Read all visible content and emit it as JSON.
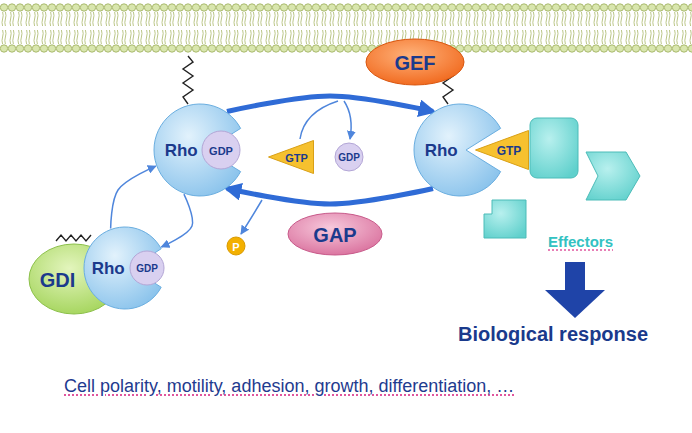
{
  "diagram": {
    "nodes": [
      {
        "text": [
          "GEF"
        ]
      },
      {
        "text": [
          "Rho"
        ]
      },
      {
        "text": [
          "GDP"
        ],
        "in": 1
      },
      {
        "text": [
          "GTP"
        ]
      },
      {
        "text": [
          "GDP"
        ]
      },
      {
        "text": [
          "Rho"
        ]
      },
      {
        "text": [
          "GTP"
        ],
        "in": 5
      },
      {
        "text": [
          "GAP"
        ]
      },
      {
        "text": [
          "P"
        ]
      },
      {
        "text": [
          "GDI"
        ]
      },
      {
        "text": [
          "Rho"
        ]
      },
      {
        "text": [
          "GDP"
        ],
        "in": 10
      }
    ],
    "edges": [
      {
        "from": 1,
        "to": 5,
        "arrow": "to"
      },
      {
        "from": 5,
        "to": 1,
        "arrow": "to"
      },
      {
        "from": 10,
        "to": 1,
        "arrow": "to"
      },
      {
        "from": 1,
        "to": 10,
        "arrow": "to"
      }
    ],
    "labels": [
      "Effectors",
      "Biological response",
      "Cell polarity, motility, adhesion, growth, differentiation, …"
    ]
  }
}
